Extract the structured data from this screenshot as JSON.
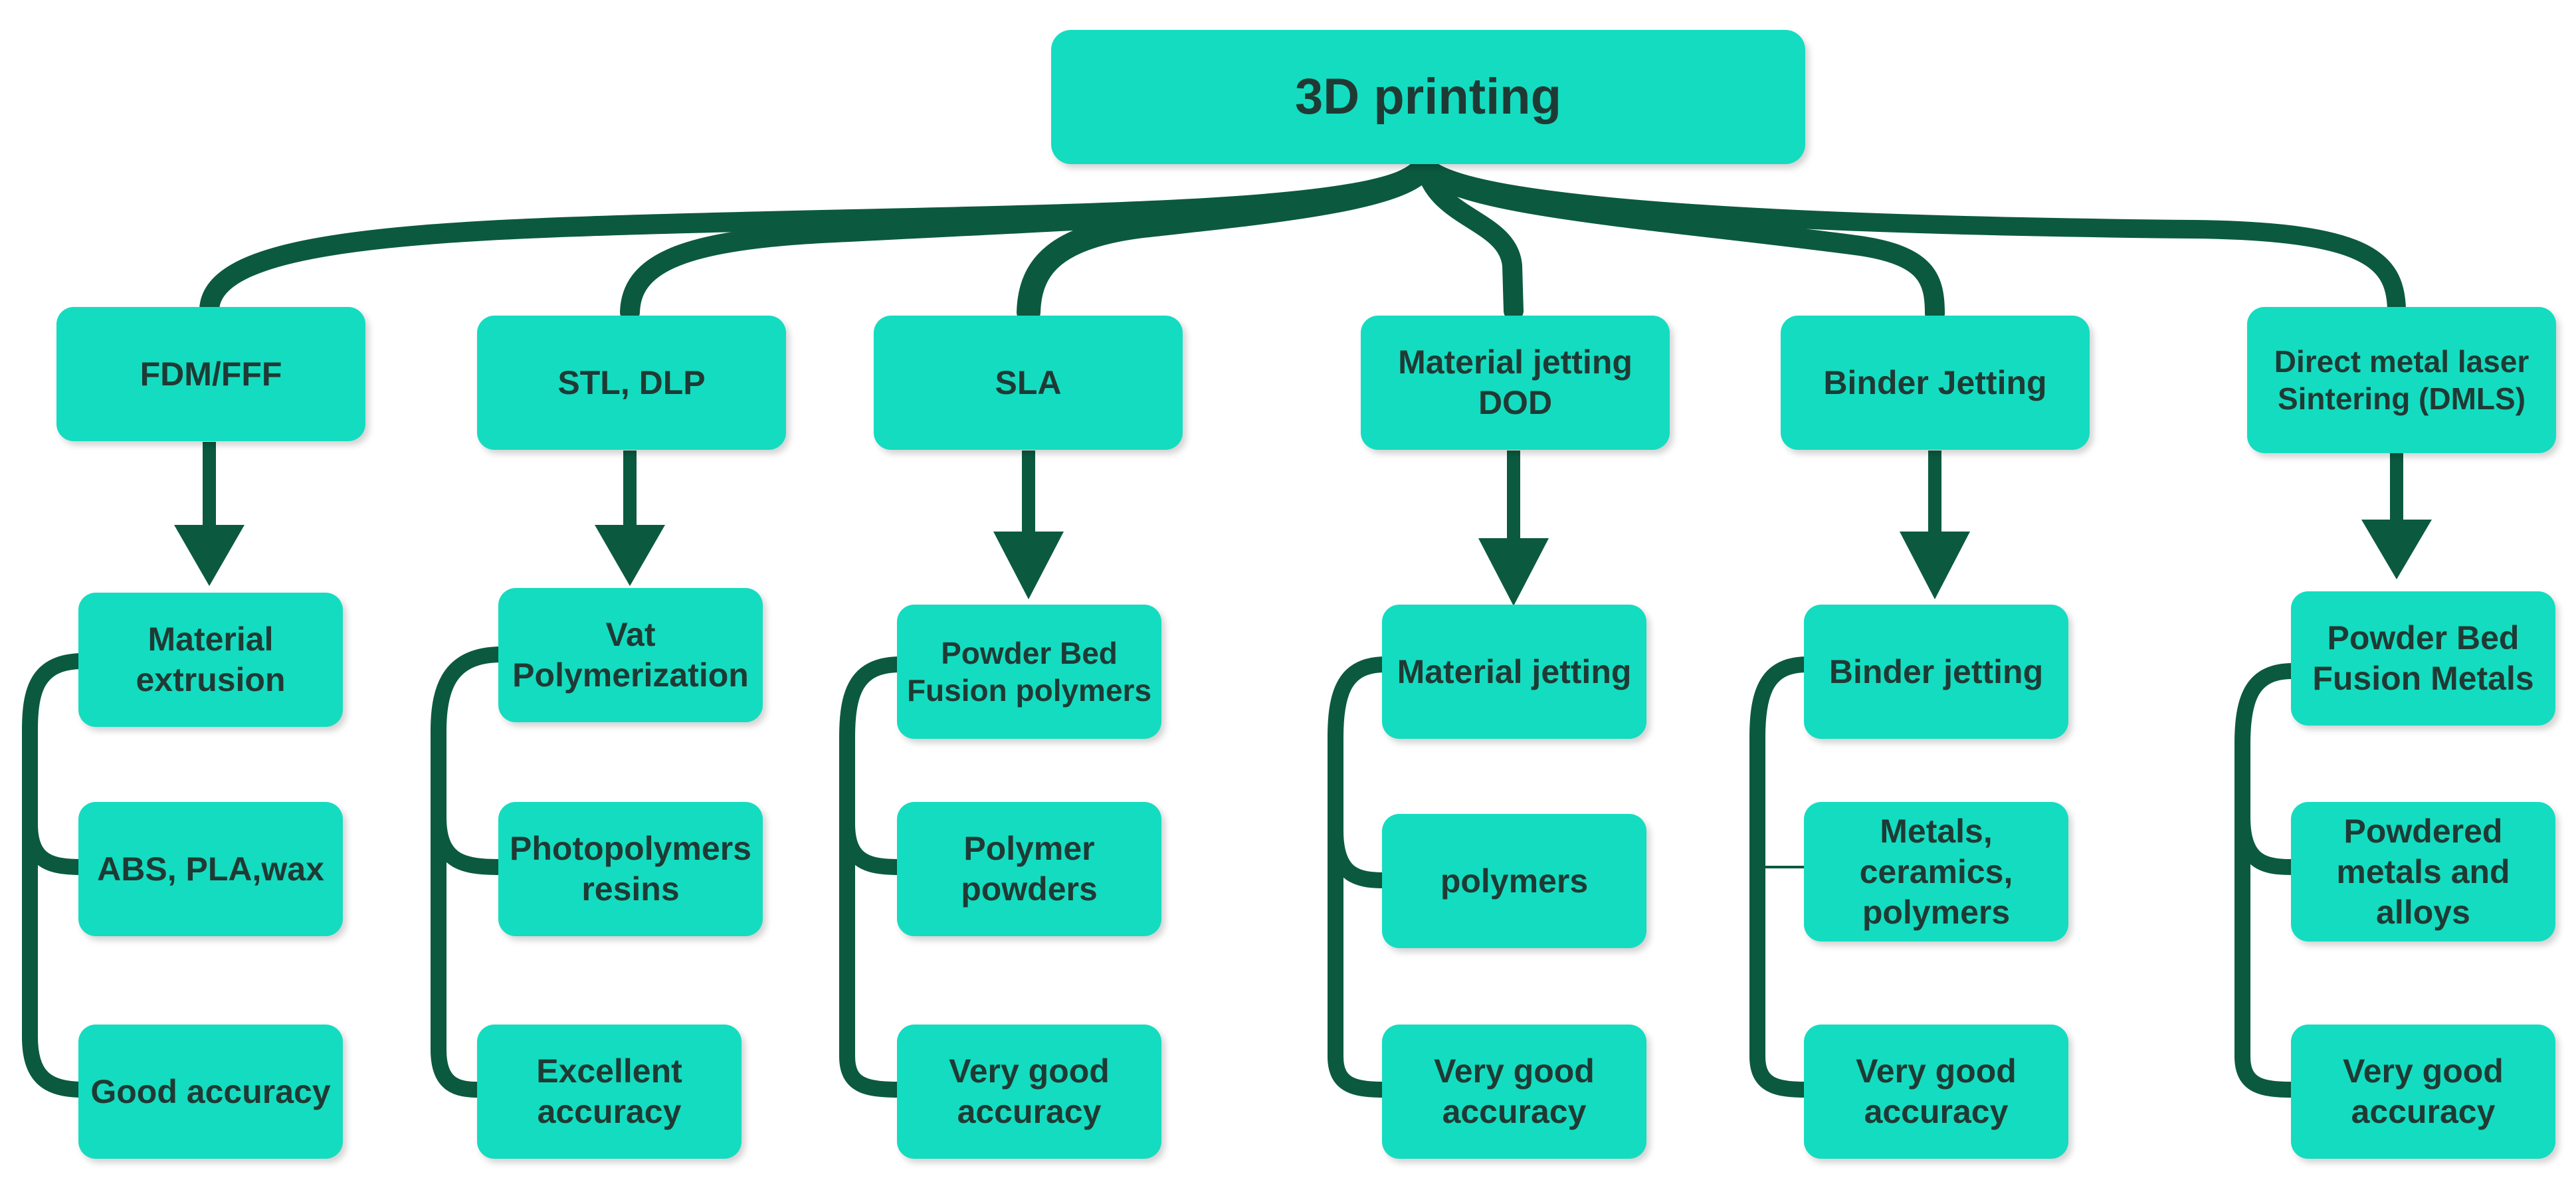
{
  "root": {
    "label": "3D printing"
  },
  "methods": [
    {
      "label": "FDM/FFF",
      "category": "Material extrusion",
      "material": "ABS, PLA,wax",
      "accuracy": "Good accuracy"
    },
    {
      "label": "STL, DLP",
      "category": "Vat Polymerization",
      "material": "Photopolymers resins",
      "accuracy": "Excellent accuracy"
    },
    {
      "label": "SLA",
      "category": "Powder Bed Fusion polymers",
      "material": "Polymer powders",
      "accuracy": "Very good accuracy"
    },
    {
      "label": "Material jetting DOD",
      "category": "Material jetting",
      "material": "polymers",
      "accuracy": "Very good accuracy"
    },
    {
      "label": "Binder Jetting",
      "category": "Binder jetting",
      "material": "Metals, ceramics, polymers",
      "accuracy": "Very good accuracy"
    },
    {
      "label": "Direct metal laser Sintering (DMLS)",
      "category": "Powder Bed Fusion Metals",
      "material": "Powdered metals and alloys",
      "accuracy": "Very good accuracy"
    }
  ],
  "colors": {
    "node_fill": "#14dcc0",
    "connector": "#0b5a3f",
    "text": "#1f3a34"
  }
}
